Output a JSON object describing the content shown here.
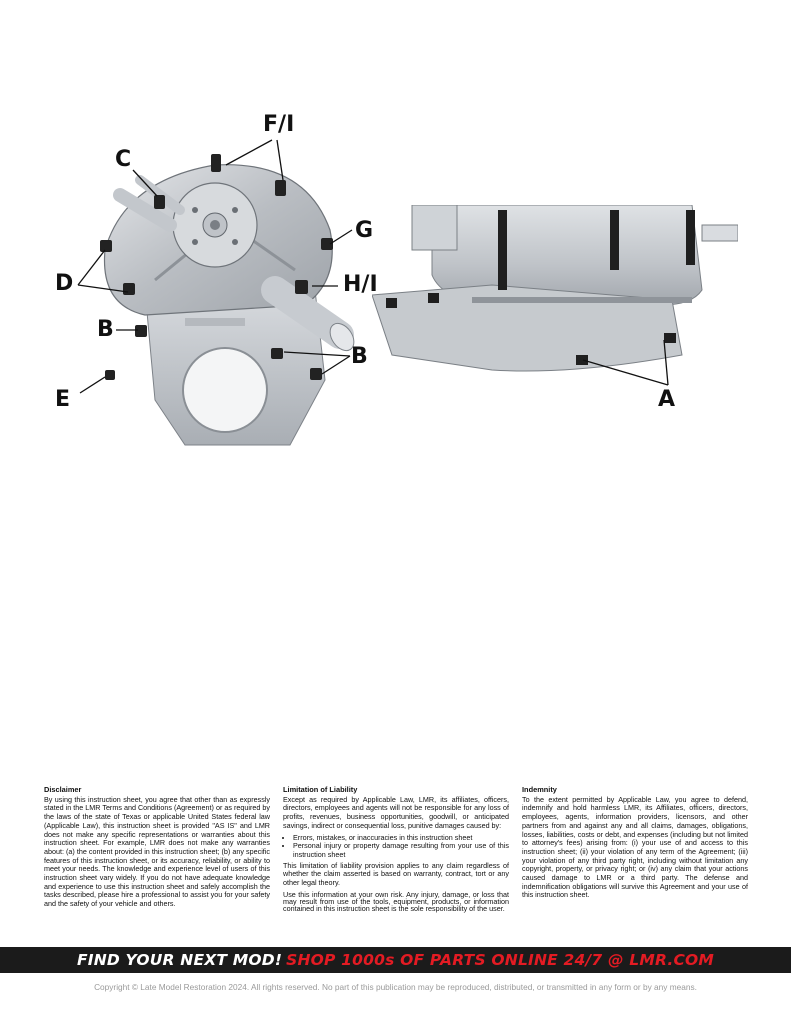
{
  "callouts": {
    "fi": "F/I",
    "c": "C",
    "g": "G",
    "d": "D",
    "hi": "H/I",
    "b_left": "B",
    "b_right": "B",
    "e": "E",
    "a": "A"
  },
  "disclaimer": {
    "title": "Disclaimer",
    "body": "By using this instruction sheet, you agree that other than as expressly stated in the LMR Terms and Conditions (Agreement) or as required by the laws of the state of Texas or applicable United States federal law (Applicable Law), this instruction sheet is provided \"AS IS\" and LMR does not make any specific representations or warranties about this instruction sheet. For example, LMR does not make any warranties about: (a) the content provided in this instruction sheet; (b) any specific features of this instruction sheet, or its accuracy, reliability, or ability to meet your needs. The knowledge and experience level of users of this instruction sheet vary widely. If you do not have adequate knowledge and experience to use this instruction sheet and safely accomplish the tasks described, please hire a professional to assist you for your safety and the safety of your vehicle and others."
  },
  "liability": {
    "title": "Limitation of Liability",
    "intro": "Except as required by Applicable Law, LMR, its affiliates, officers, directors, employees and agents will not be responsible for any loss of profits, revenues, business opportunities, goodwill, or anticipated savings, indirect or consequential loss, punitive damages caused by:",
    "bullets": [
      "Errors, mistakes, or inaccuracies in this instruction sheet",
      "Personal injury or property damage resulting from your use of this instruction sheet"
    ],
    "para2": "This limitation of liability provision applies to any claim regardless of whether the claim asserted is based on warranty, contract, tort or any other legal theory.",
    "para3": "Use this information at your own risk. Any injury, damage, or loss that may result from use of the tools, equipment, products, or information contained in this instruction sheet is the sole responsibility of the user."
  },
  "indemnity": {
    "title": "Indemnity",
    "body": "To the extent permitted by Applicable Law, you agree to defend, indemnify and hold harmless LMR, its Affiliates, officers, directors, employees, agents, information providers, licensors, and other partners from and against any and all claims, damages, obligations, losses, liabilities, costs or debt, and expenses (including but not limited to attorney's fees) arising from: (i) your use of and access to this instruction sheet; (ii) your violation of any term of the Agreement; (iii) your violation of any third party right, including without limitation any copyright, property, or privacy right; or (iv) any claim that your actions caused damage to LMR or a third party. The defense and indemnification obligations will survive this Agreement and your use of this instruction sheet."
  },
  "banner": {
    "lead": "FIND YOUR NEXT MOD!",
    "tail": "SHOP 1000s OF PARTS ONLINE 24/7 @ LMR.COM"
  },
  "copyright": "Copyright © Late Model Restoration 2024. All rights reserved. No part of this publication may be reproduced, distributed, or transmitted in any form or by any means.",
  "colors": {
    "banner_bg": "#1b1b1b",
    "banner_accent": "#e31b23",
    "metal": "#c9ccd0"
  }
}
